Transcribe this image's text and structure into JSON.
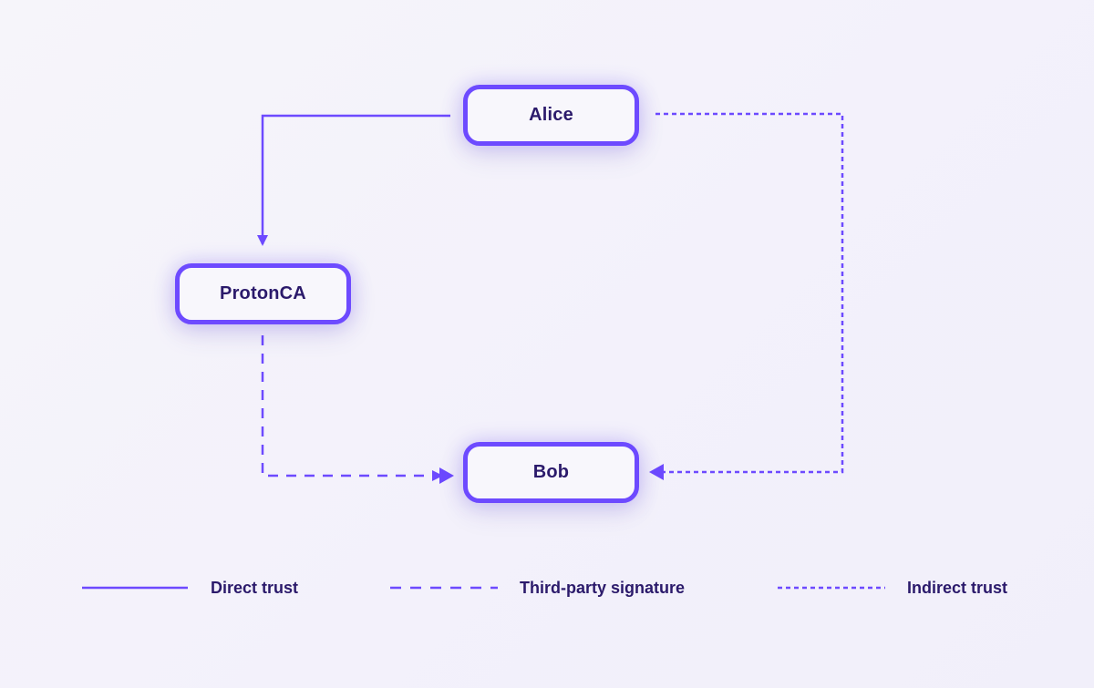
{
  "nodes": {
    "alice": {
      "label": "Alice"
    },
    "protonca": {
      "label": "ProtonCA"
    },
    "bob": {
      "label": "Bob"
    }
  },
  "edges": [
    {
      "from": "alice",
      "to": "protonca",
      "kind": "direct"
    },
    {
      "from": "protonca",
      "to": "bob",
      "kind": "third-party"
    },
    {
      "from": "alice",
      "to": "bob",
      "kind": "indirect"
    }
  ],
  "legend": {
    "direct_label": "Direct trust",
    "third_party_label": "Third-party signature",
    "indirect_label": "Indirect trust"
  },
  "colors": {
    "accent": "#6d4aff",
    "text": "#2b1a6b",
    "background": "#f5f4fa"
  }
}
